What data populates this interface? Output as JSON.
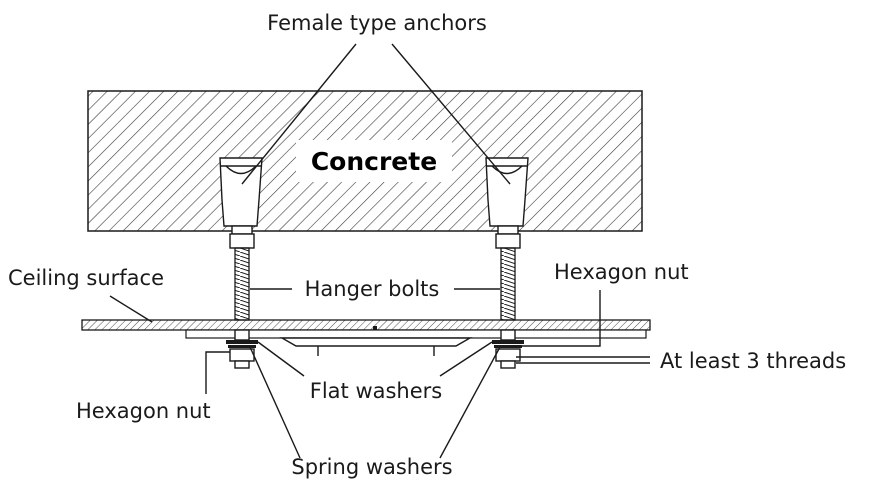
{
  "labels": {
    "anchors": "Female type anchors",
    "concrete": "Concrete",
    "ceiling_surface": "Ceiling surface",
    "hanger_bolts": "Hanger bolts",
    "hex_nut_right": "Hexagon nut",
    "threads": "At least 3 threads",
    "hex_nut_left": "Hexagon nut",
    "flat_washers": "Flat washers",
    "spring_washers": "Spring washers"
  }
}
